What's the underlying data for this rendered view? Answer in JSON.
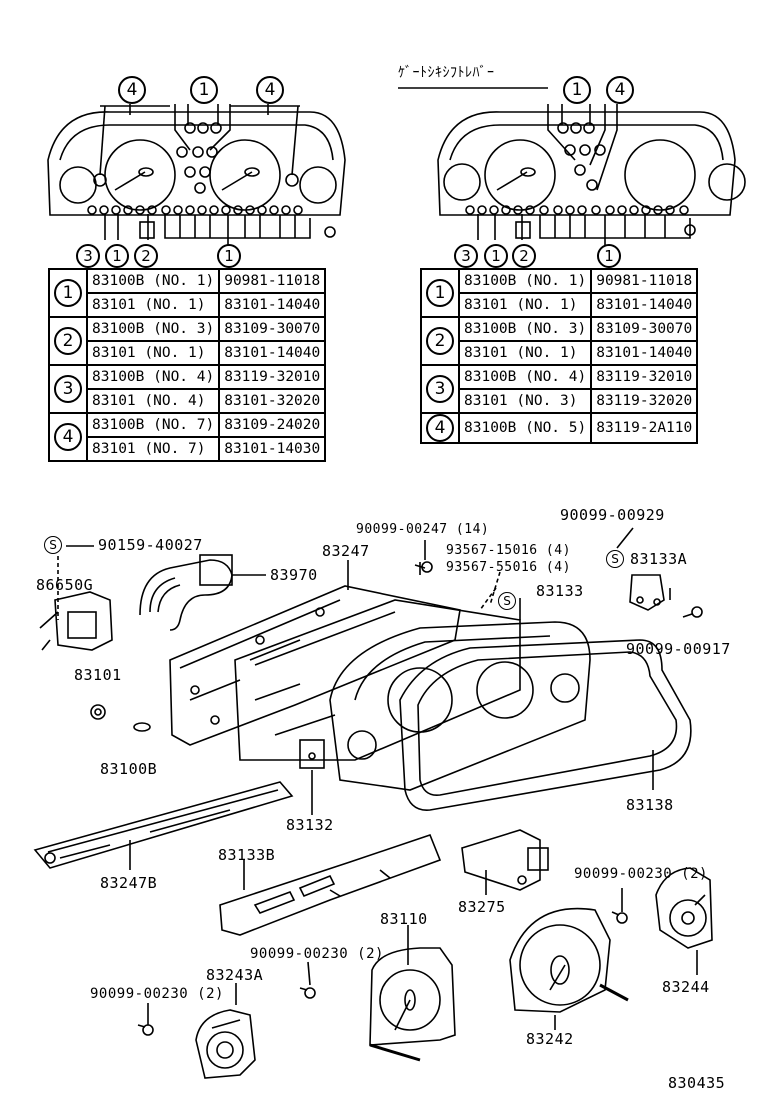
{
  "header": {
    "title": "ｹﾞｰﾄｼｷｼﾌﾄﾚﾊﾞｰ"
  },
  "left_cluster": {
    "top_markers": [
      "4",
      "1",
      "4"
    ],
    "bottom_markers": [
      "3",
      "1",
      "2",
      "1"
    ]
  },
  "right_cluster": {
    "top_markers": [
      "1",
      "4"
    ],
    "bottom_markers": [
      "3",
      "1",
      "2",
      "1"
    ]
  },
  "left_table": {
    "groups": [
      {
        "key": "1",
        "rows": [
          [
            "83100B (NO. 1)",
            "90981-11018"
          ],
          [
            "83101   (NO. 1)",
            "83101-14040"
          ]
        ]
      },
      {
        "key": "2",
        "rows": [
          [
            "83100B (NO. 3)",
            "83109-30070"
          ],
          [
            "83101   (NO. 1)",
            "83101-14040"
          ]
        ]
      },
      {
        "key": "3",
        "rows": [
          [
            "83100B (NO. 4)",
            "83119-32010"
          ],
          [
            "83101   (NO. 4)",
            "83101-32020"
          ]
        ]
      },
      {
        "key": "4",
        "rows": [
          [
            "83100B (NO. 7)",
            "83109-24020"
          ],
          [
            "83101   (NO. 7)",
            "83101-14030"
          ]
        ]
      }
    ]
  },
  "right_table": {
    "groups": [
      {
        "key": "1",
        "rows": [
          [
            "83100B (NO. 1)",
            "90981-11018"
          ],
          [
            "83101   (NO. 1)",
            "83101-14040"
          ]
        ]
      },
      {
        "key": "2",
        "rows": [
          [
            "83100B (NO. 3)",
            "83109-30070"
          ],
          [
            "83101   (NO. 1)",
            "83101-14040"
          ]
        ]
      },
      {
        "key": "3",
        "rows": [
          [
            "83100B (NO. 4)",
            "83119-32010"
          ],
          [
            "83101   (NO. 3)",
            "83119-32020"
          ]
        ]
      },
      {
        "key": "4",
        "rows": [
          [
            "83100B (NO. 5)",
            "83119-2A110"
          ]
        ]
      }
    ]
  },
  "callouts": {
    "s1": "S",
    "p90159": "90159-40027",
    "p86650G": "86650G",
    "p83970": "83970",
    "p83247": "83247",
    "p90099_00247": "90099-00247 (14)",
    "p90099_00929": "90099-00929",
    "p93567_15016": "93567-15016 (4)",
    "p93567_55016": "93567-55016 (4)",
    "p83133A": "83133A",
    "p83133": "83133",
    "p90099_00917": "90099-00917",
    "p83101": "83101",
    "p83100B": "83100B",
    "p83138": "83138",
    "p83132": "83132",
    "p83247B": "83247B",
    "p83133B": "83133B",
    "p83275": "83275",
    "p90099_00230a": "90099-00230 (2)",
    "p83110": "83110",
    "p90099_00230b": "90099-00230 (2)",
    "p83243A": "83243A",
    "p90099_00230c": "90099-00230 (2)",
    "p83242": "83242",
    "p83244": "83244",
    "figure_no": "830435"
  }
}
